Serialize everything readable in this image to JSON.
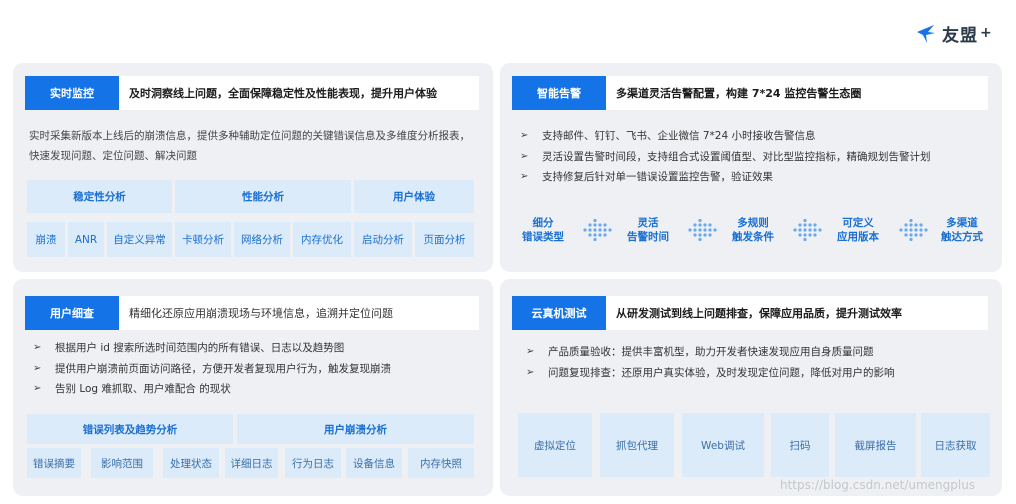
{
  "brand": {
    "name": "友盟",
    "plus": "+"
  },
  "panels": {
    "monitor": {
      "tag": "实时监控",
      "title": "及时洞察线上问题，全面保障稳定性及性能表现，提升用户体验",
      "desc_lines": [
        "实时采集新版本上线后的崩溃信息，提供多种辅助定位问题的关键错误信息及多维度分析报表，",
        "快速发现问题、定位问题、解决问题"
      ],
      "groups": [
        "稳定性分析",
        "性能分析",
        "用户体验"
      ],
      "items": [
        "崩溃",
        "ANR",
        "自定义异常",
        "卡顿分析",
        "网络分析",
        "内存优化",
        "启动分析",
        "页面分析"
      ]
    },
    "alert": {
      "tag": "智能告警",
      "title": "多渠道灵活告警配置，构建 7*24 监控告警生态圈",
      "bullets": [
        "支持邮件、钉钉、飞书、企业微信 7*24 小时接收告警信息",
        "灵活设置告警时间段，支持组合式设置阈值型、对比型监控指标，精确规划告警计划",
        "支持修复后针对单一错误设置监控告警，验证效果"
      ],
      "flow": [
        {
          "l1": "细分",
          "l2": "错误类型"
        },
        {
          "l1": "灵活",
          "l2": "告警时间"
        },
        {
          "l1": "多规则",
          "l2": "触发条件"
        },
        {
          "l1": "可定义",
          "l2": "应用版本"
        },
        {
          "l1": "多渠道",
          "l2": "触达方式"
        }
      ]
    },
    "user": {
      "tag": "用户细查",
      "title": "精细化还原应用崩溃现场与环境信息，追溯并定位问题",
      "bullets": [
        "根据用户 id 搜索所选时间范围内的所有错误、日志以及趋势图",
        "提供用户崩溃前页面访问路径，方便开发者复现用户行为，触发复现崩溃",
        "告别 Log 难抓取、用户难配合 的现状"
      ],
      "groups": [
        "错误列表及趋势分析",
        "用户崩溃分析"
      ],
      "items": [
        "错误摘要",
        "影响范围",
        "处理状态",
        "详细日志",
        "行为日志",
        "设备信息",
        "内存快照"
      ]
    },
    "cloud": {
      "tag": "云真机测试",
      "title": "从研发测试到线上问题排查，保障应用品质，提升测试效率",
      "bullets": [
        "产品质量验收：提供丰富机型，助力开发者快速发现应用自身质量问题",
        "问题复现排查：还原用户真实体验，及时发现定位问题，降低对用户的影响"
      ],
      "items": [
        "虚拟定位",
        "抓包代理",
        "Web调试",
        "扫码",
        "截屏报告",
        "日志获取"
      ]
    }
  },
  "watermark": "https://blog.csdn.net/umengplus",
  "colors": {
    "accent": "#1473e6",
    "cell_bg": "#dcebf9",
    "panel_bg": "#eef0f3"
  }
}
